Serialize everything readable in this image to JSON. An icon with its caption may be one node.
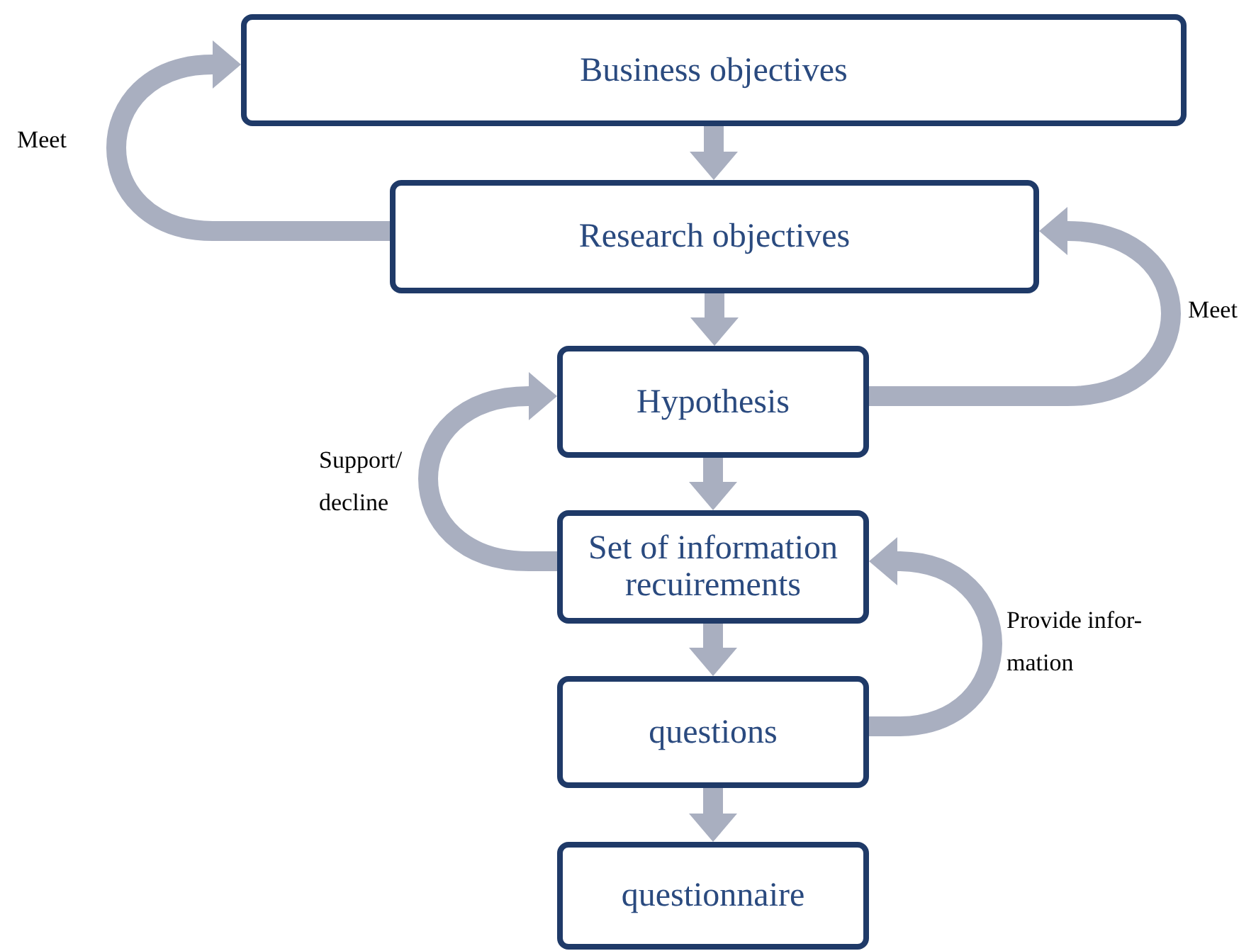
{
  "diagram": {
    "nodes": [
      {
        "text": [
          "Business objectives"
        ]
      },
      {
        "text": [
          "Research objectives"
        ]
      },
      {
        "text": [
          "Hypothesis"
        ]
      },
      {
        "text": [
          "Set of information recuirements"
        ]
      },
      {
        "text": [
          "questions"
        ]
      },
      {
        "text": [
          "questionnaire"
        ]
      }
    ],
    "edges": [
      {
        "from": 0,
        "to": 1,
        "arrow": "to"
      },
      {
        "from": 1,
        "to": 2,
        "arrow": "to"
      },
      {
        "from": 2,
        "to": 3,
        "arrow": "to"
      },
      {
        "from": 3,
        "to": 4,
        "arrow": "to"
      },
      {
        "from": 4,
        "to": 5,
        "arrow": "to"
      },
      {
        "from": 1,
        "to": 0,
        "arrow": "to",
        "label": "Meet"
      },
      {
        "from": 2,
        "to": 1,
        "arrow": "to",
        "label": "Meet"
      },
      {
        "from": 3,
        "to": 2,
        "arrow": "to",
        "label": "Support/ decline"
      },
      {
        "from": 4,
        "to": 3,
        "arrow": "to",
        "label": "Provide infor- mation"
      }
    ]
  }
}
